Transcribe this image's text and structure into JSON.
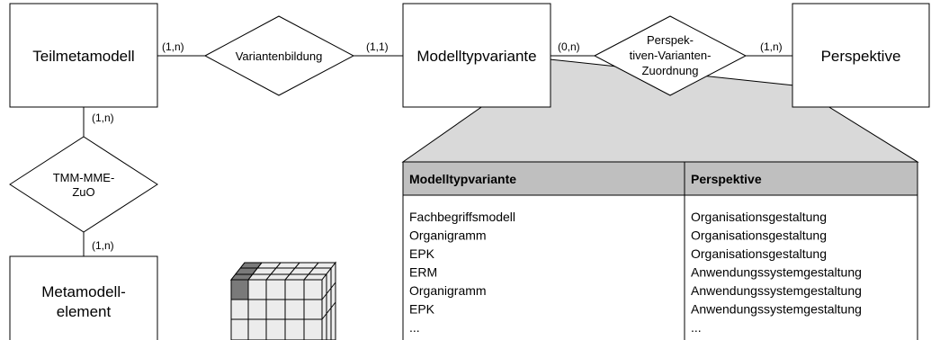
{
  "entities": {
    "teilmetamodell": "Teilmetamodell",
    "modelltypvariante": "Modelltypvariante",
    "perspektive": "Perspektive",
    "metamodell_line1": "Metamodell-",
    "metamodell_line2": "element"
  },
  "relationships": {
    "variantenbildung": "Variantenbildung",
    "pvz_line1": "Perspek-",
    "pvz_line2": "tiven-Varianten-",
    "pvz_line3": "Zuordnung",
    "tmm_line1": "TMM-MME-",
    "tmm_line2": "ZuO"
  },
  "cardinalities": {
    "teil_varianten": "(1,n)",
    "varianten_modell": "(1,1)",
    "modell_pvz": "(0,n)",
    "pvz_perspektive": "(1,n)",
    "teil_tmm": "(1,n)",
    "tmm_meta": "(1,n)"
  },
  "table": {
    "headers": [
      "Modelltypvariante",
      "Perspektive"
    ],
    "rows": [
      [
        "Fachbegriffsmodell",
        "Organisationsgestaltung"
      ],
      [
        "Organigramm",
        "Organisationsgestaltung"
      ],
      [
        "EPK",
        "Organisationsgestaltung"
      ],
      [
        "ERM",
        "Anwendungssystemgestaltung"
      ],
      [
        "Organigramm",
        "Anwendungssystemgestaltung"
      ],
      [
        "EPK",
        "Anwendungssystemgestaltung"
      ],
      [
        "...",
        "..."
      ]
    ]
  }
}
